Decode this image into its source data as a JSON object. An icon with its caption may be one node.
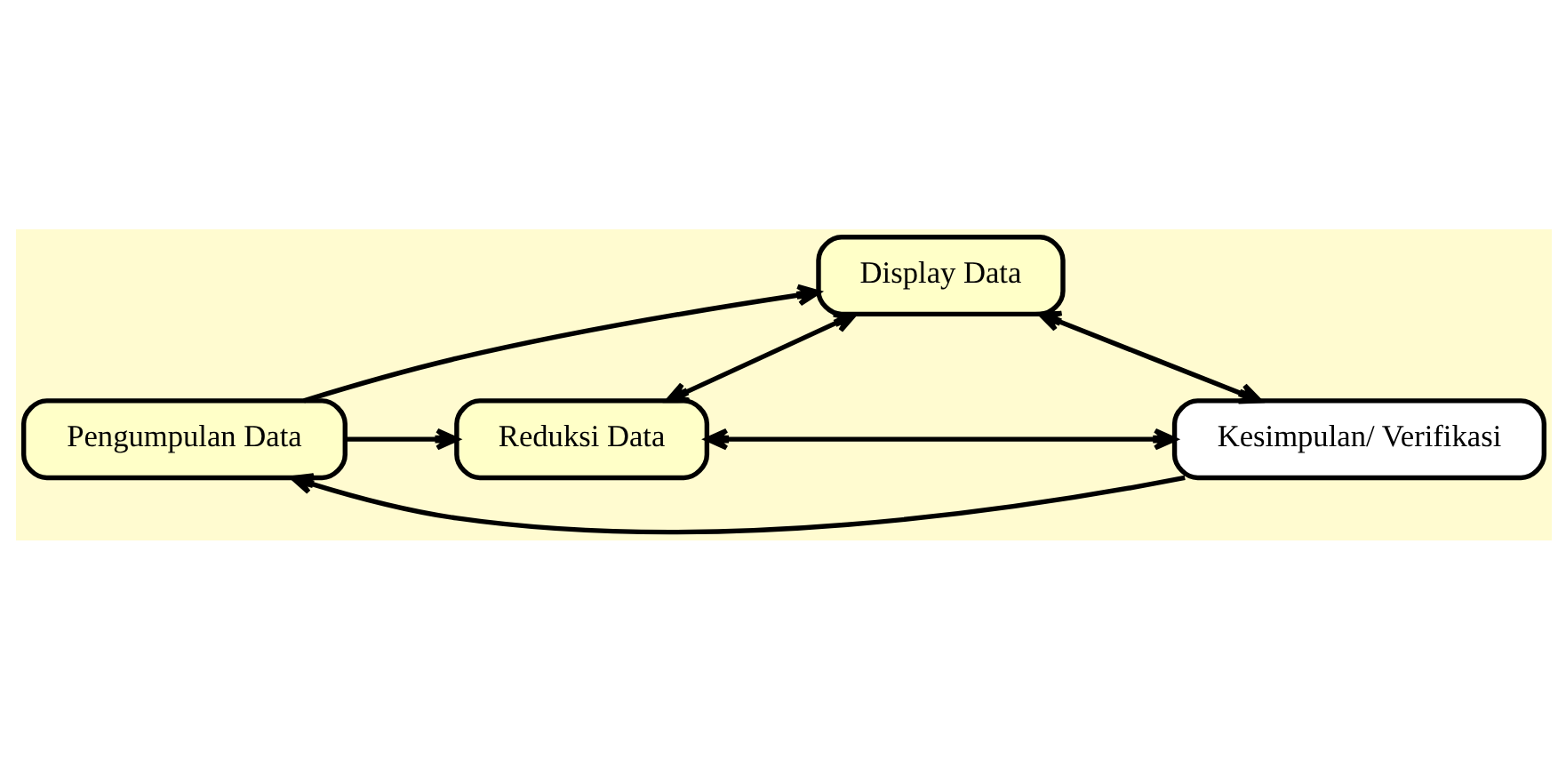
{
  "diagram": {
    "nodes": [
      {
        "text": [
          "Pengumpulan Data"
        ]
      },
      {
        "text": [
          "Display Data"
        ]
      },
      {
        "text": [
          "Reduksi Data"
        ]
      },
      {
        "text": [
          "Kesimpulan/ Verifikasi"
        ]
      }
    ],
    "edges": [
      {
        "from": 0,
        "to": 1,
        "arrow": "to"
      },
      {
        "from": 0,
        "to": 2,
        "arrow": "to"
      },
      {
        "from": 2,
        "to": 1,
        "arrow": "both"
      },
      {
        "from": 1,
        "to": 3,
        "arrow": "both"
      },
      {
        "from": 2,
        "to": 3,
        "arrow": "both"
      },
      {
        "from": 3,
        "to": 0,
        "arrow": "to"
      }
    ]
  }
}
